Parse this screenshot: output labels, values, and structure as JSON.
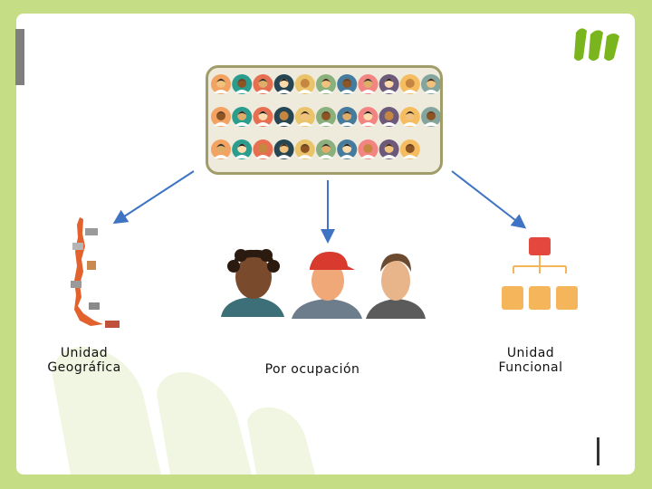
{
  "labels": {
    "geographic": "Unidad Geográfica",
    "occupation": "Por ocupación",
    "functional": "Unidad Funcional"
  },
  "icons": {
    "crowd": "crowd-of-people-avatars-icon",
    "map": "chile-map-icon",
    "workers": "workers-faces-icon",
    "org": "org-chart-icon",
    "logo": "brand-logo-icon"
  },
  "colors": {
    "frame": "#c5de86",
    "arrow": "#3f74c4",
    "map": "#e2612c",
    "org_top": "#e3473d",
    "org_bottom": "#f5b55a",
    "logo": "#7ab51d"
  }
}
